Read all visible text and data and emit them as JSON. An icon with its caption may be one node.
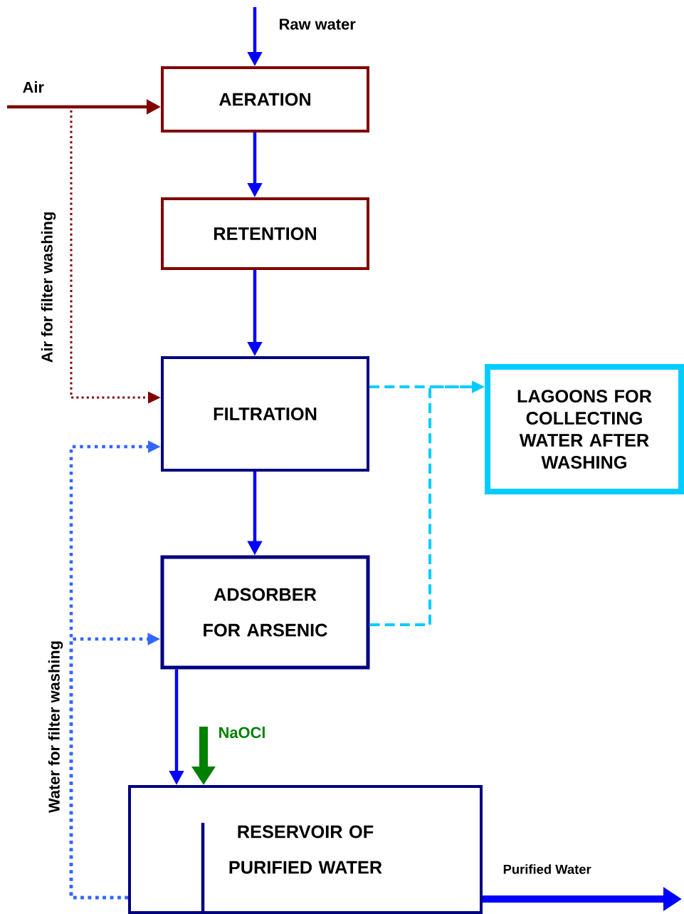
{
  "diagram": {
    "nodes": [
      {
        "text": [
          "AERATION"
        ]
      },
      {
        "text": [
          "RETENTION"
        ]
      },
      {
        "text": [
          "FILTRATION"
        ]
      },
      {
        "text": [
          "ADSORBER FOR ARSENIC"
        ]
      },
      {
        "text": [
          "LAGOONS FOR COLLECTING WATER AFTER WASHING"
        ]
      },
      {
        "text": [
          "RESERVOIR OF PURIFIED WATER"
        ]
      }
    ],
    "edges": [
      {
        "from": null,
        "to": 0,
        "arrow": "to",
        "label": "Raw water"
      },
      {
        "from": null,
        "to": 0,
        "arrow": "to",
        "label": "Air",
        "color": "#800000"
      },
      {
        "from": 0,
        "to": 1,
        "arrow": "to"
      },
      {
        "from": 1,
        "to": 2,
        "arrow": "to"
      },
      {
        "from": 2,
        "to": 3,
        "arrow": "to"
      },
      {
        "from": null,
        "to": 2,
        "arrow": "to",
        "label": "Air for filter washing",
        "style": "dashed",
        "color": "#800000"
      },
      {
        "from": 5,
        "to": 2,
        "arrow": "to",
        "label": "Water for filter washing",
        "style": "dashed",
        "color": "#3366ff"
      },
      {
        "from": 5,
        "to": 3,
        "arrow": "to",
        "style": "dashed",
        "color": "#3366ff"
      },
      {
        "from": 2,
        "to": 4,
        "arrow": "to",
        "style": "dashed",
        "color": "#00ccff"
      },
      {
        "from": 3,
        "to": 4,
        "arrow": "to",
        "style": "dashed",
        "color": "#00ccff"
      },
      {
        "from": 3,
        "to": 5,
        "arrow": "to"
      },
      {
        "from": null,
        "to": 5,
        "arrow": "to",
        "label": "NaOCl",
        "style": "thick",
        "color": "#008000"
      },
      {
        "from": 5,
        "to": null,
        "arrow": "to",
        "label": "Purified Water",
        "style": "thick"
      }
    ]
  }
}
